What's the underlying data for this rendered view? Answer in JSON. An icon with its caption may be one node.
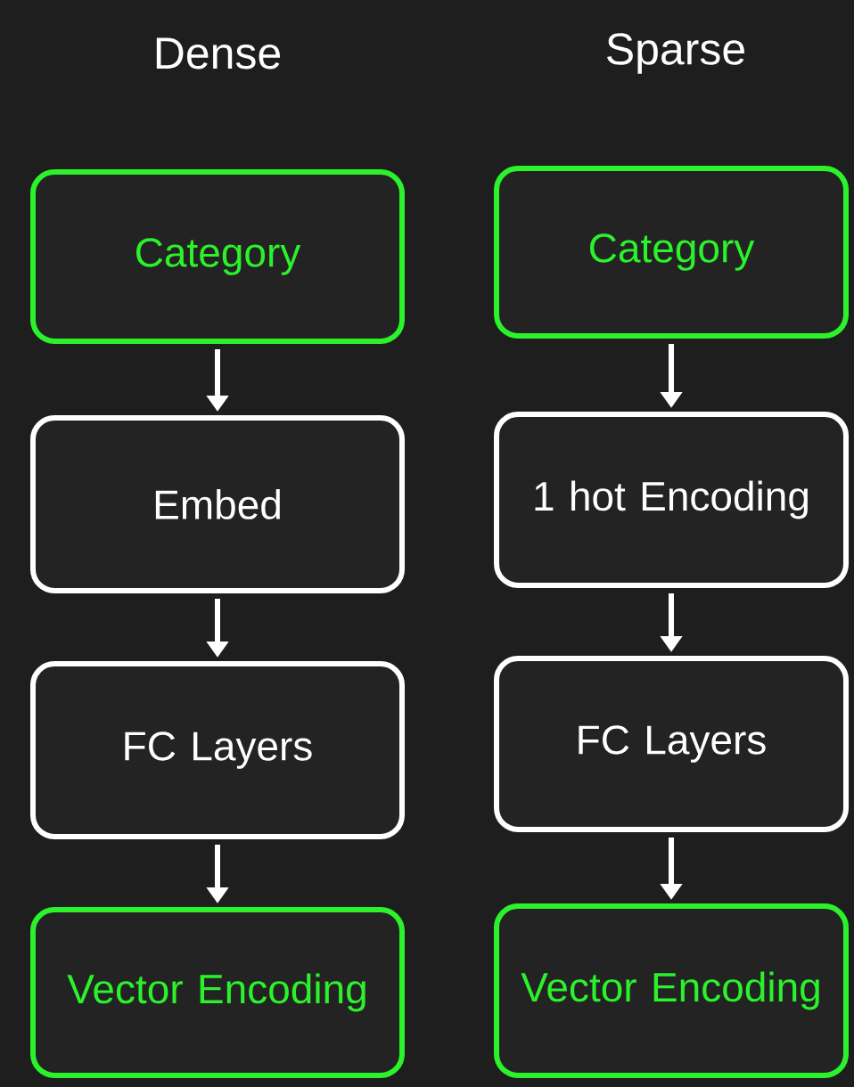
{
  "diagram": {
    "nodes": [
      {
        "text": [
          "Category"
        ]
      },
      {
        "text": [
          "Embed"
        ]
      },
      {
        "text": [
          "FC Layers"
        ]
      },
      {
        "text": [
          "Vector Encoding"
        ]
      },
      {
        "text": [
          "Category"
        ]
      },
      {
        "text": [
          "1 hot Encoding"
        ]
      },
      {
        "text": [
          "FC Layers"
        ]
      },
      {
        "text": [
          "Vector Encoding"
        ]
      }
    ],
    "edges": [
      {
        "from": 0,
        "to": 1,
        "arrow": "to"
      },
      {
        "from": 1,
        "to": 2,
        "arrow": "to"
      },
      {
        "from": 2,
        "to": 3,
        "arrow": "to"
      },
      {
        "from": 4,
        "to": 5,
        "arrow": "to"
      },
      {
        "from": 5,
        "to": 6,
        "arrow": "to"
      },
      {
        "from": 6,
        "to": 7,
        "arrow": "to"
      }
    ],
    "labels": [
      "Dense",
      "Sparse"
    ]
  }
}
